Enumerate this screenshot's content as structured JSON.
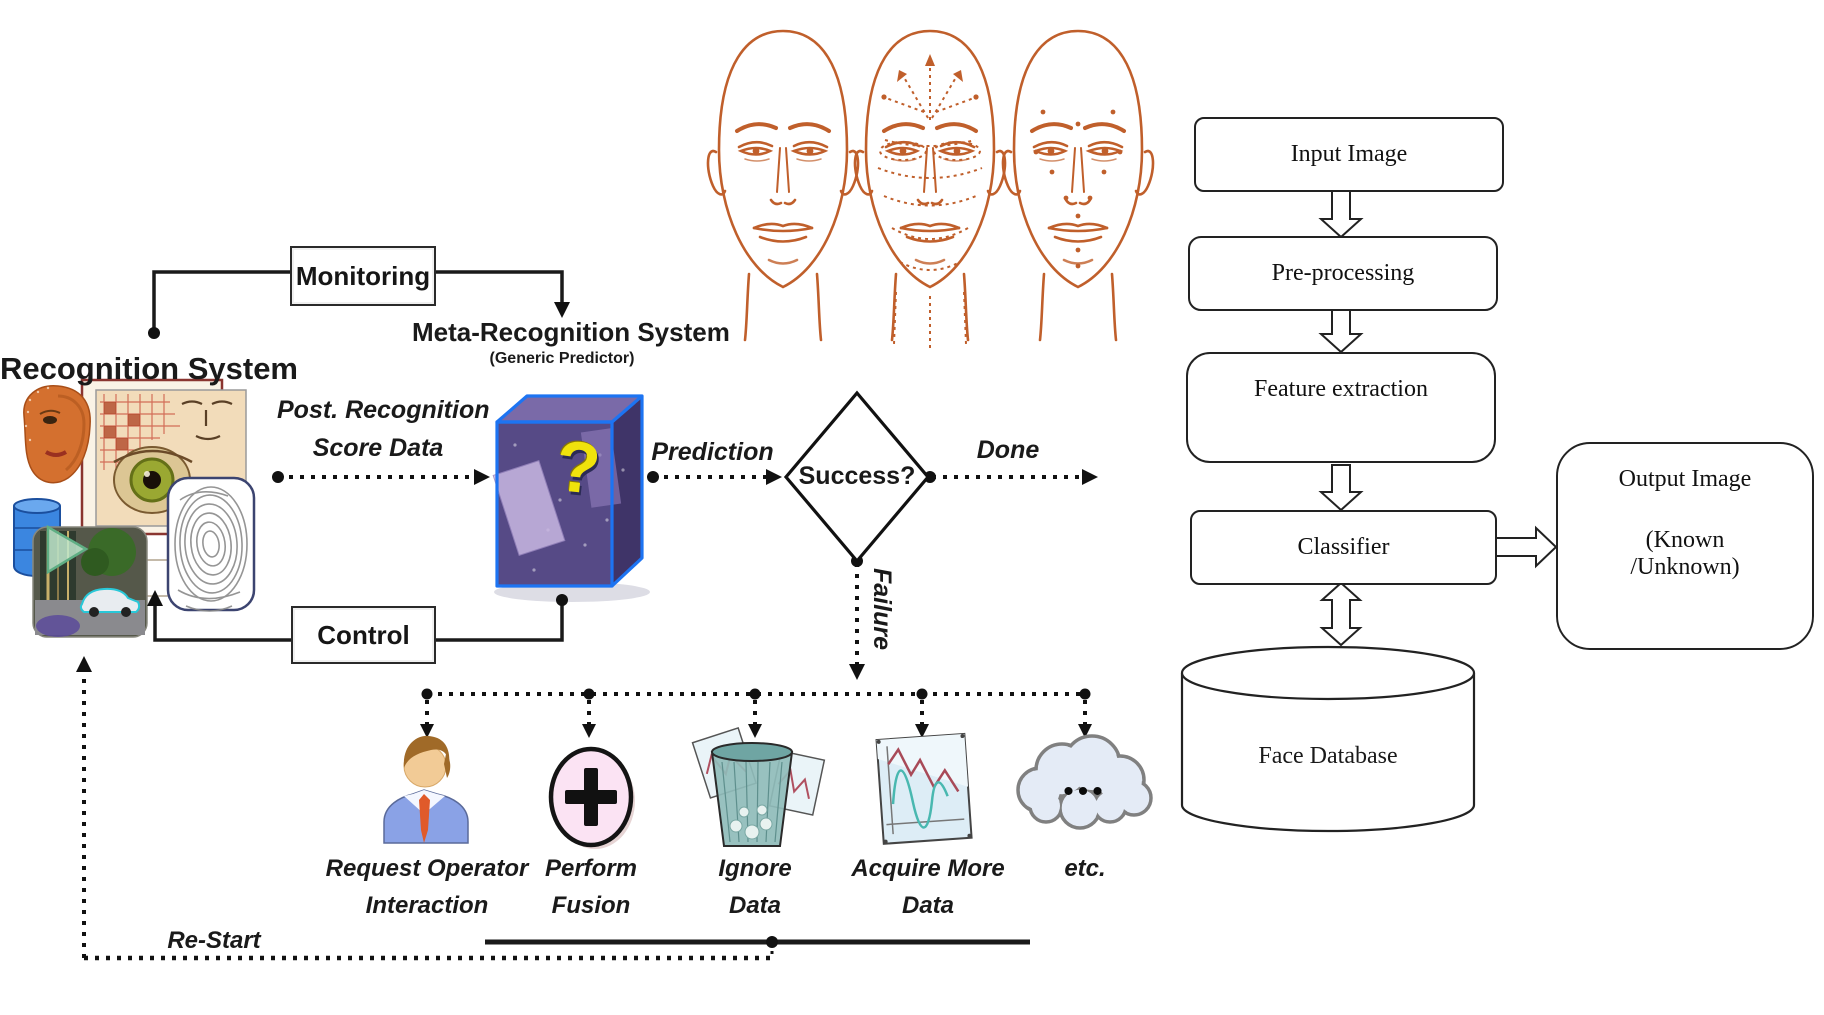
{
  "figure": {
    "title_left": "Recognition System",
    "meta_title": "Meta-Recognition System",
    "meta_subtitle": "(Generic Predictor)",
    "monitoring_label": "Monitoring",
    "control_label": "Control",
    "post_recognition_line1": "Post. Recognition",
    "post_recognition_line2": "Score Data",
    "prediction_label": "Prediction",
    "decision_label": "Success?",
    "done_label": "Done",
    "failure_label": "Failure",
    "restart_label": "Re-Start",
    "question_mark": "?",
    "cloud_dots": "•••",
    "actions": [
      {
        "icon": "operator-person-icon",
        "line1": "Request Operator",
        "line2": "Interaction"
      },
      {
        "icon": "fusion-plus-icon",
        "line1": "Perform",
        "line2": "Fusion"
      },
      {
        "icon": "trash-bin-icon",
        "line1": "Ignore",
        "line2": "Data"
      },
      {
        "icon": "chart-document-icon",
        "line1": "Acquire More",
        "line2": "Data"
      },
      {
        "icon": "cloud-ellipsis-icon",
        "line1": "etc.",
        "line2": ""
      }
    ]
  },
  "face_pipeline": {
    "nodes": [
      "Input Image",
      "Pre-processing",
      "Feature extraction",
      "Classifier"
    ],
    "output_line1": "Output Image",
    "output_line2": "(Known",
    "output_line3": "/Unknown)",
    "database_label": "Face Database"
  },
  "colors": {
    "line": "#1a1a1a",
    "face_sketch_orange": "#c05f2b",
    "mystery_box_blue": "#1d74f2",
    "mystery_box_purple": "#564a86",
    "question_yellow": "#f0e20c",
    "plus_pink": "#fbe3f3",
    "cloud_fill": "#e4ebf6",
    "trash_teal": "#8fbcba"
  }
}
